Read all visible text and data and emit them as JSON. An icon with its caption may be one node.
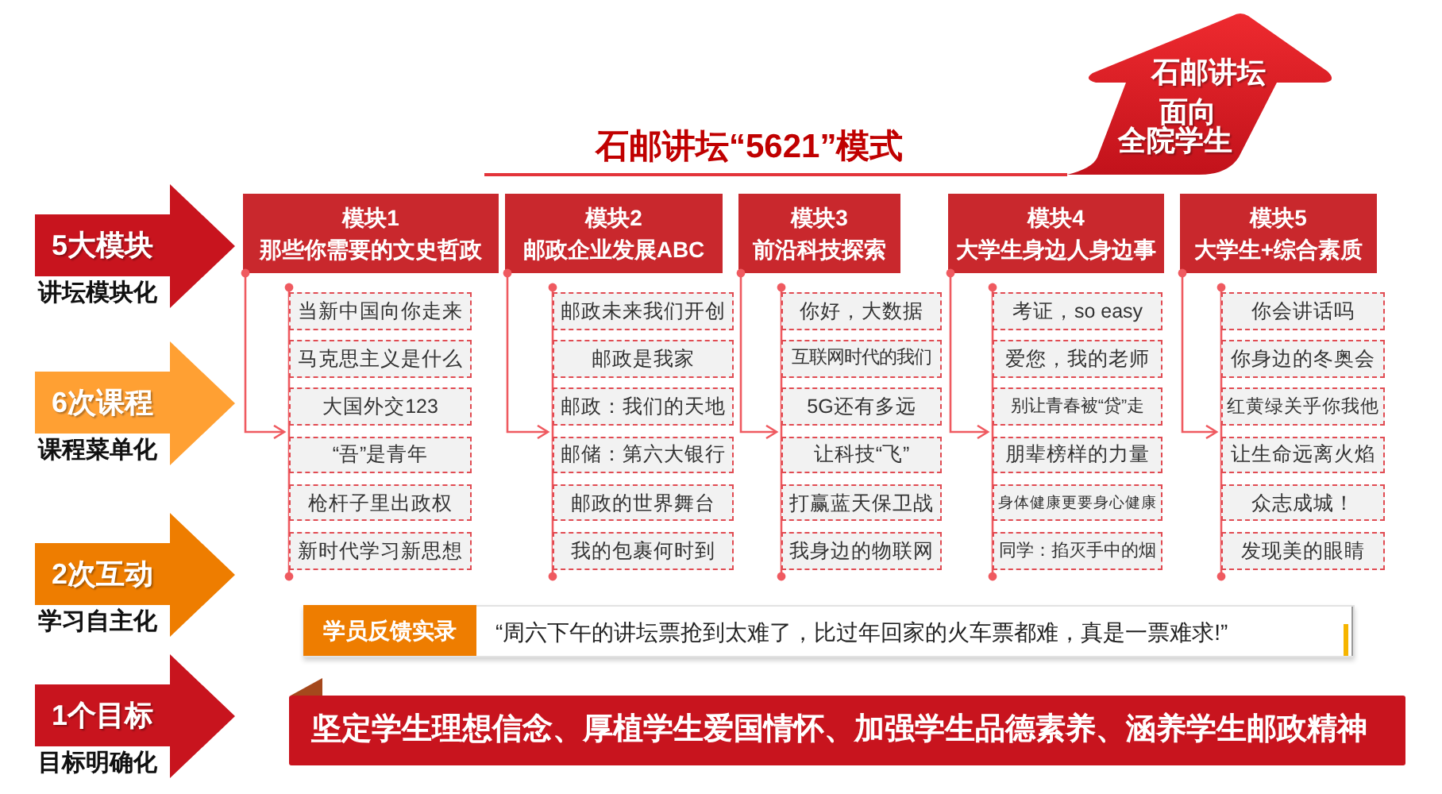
{
  "diagram": {
    "title": "石邮讲坛“5621”模式",
    "nodes": [
      {
        "text": [
          "石邮讲坛",
          "面向",
          "全院学生"
        ]
      },
      {
        "text": [
          "5大模块",
          "讲坛模块化"
        ]
      },
      {
        "text": [
          "6次课程",
          "课程菜单化"
        ]
      },
      {
        "text": [
          "2次互动",
          "学习自主化"
        ]
      },
      {
        "text": [
          "1个目标",
          "目标明确化"
        ]
      },
      {
        "text": [
          "模块1",
          "那些你需要的文史哲政"
        ]
      },
      {
        "text": [],
        "shape": "bar"
      },
      {
        "text": [
          "当新中国向你走来"
        ]
      },
      {
        "text": [
          "马克思主义是什么"
        ]
      },
      {
        "text": [
          "大国外交123"
        ]
      },
      {
        "text": [
          "“吾”是青年"
        ]
      },
      {
        "text": [
          "枪杆子里出政权"
        ]
      },
      {
        "text": [
          "新时代学习新思想"
        ]
      },
      {
        "text": [
          "模块2",
          "邮政企业发展ABC"
        ]
      },
      {
        "text": [],
        "shape": "bar"
      },
      {
        "text": [
          "邮政未来我们开创"
        ]
      },
      {
        "text": [
          "邮政是我家"
        ]
      },
      {
        "text": [
          "邮政：我们的天地"
        ]
      },
      {
        "text": [
          "邮储：第六大银行"
        ]
      },
      {
        "text": [
          "邮政的世界舞台"
        ]
      },
      {
        "text": [
          "我的包裹何时到"
        ]
      },
      {
        "text": [
          "模块3",
          "前沿科技探索"
        ]
      },
      {
        "text": [],
        "shape": "bar"
      },
      {
        "text": [
          "你好，大数据"
        ]
      },
      {
        "text": [
          "互联网时代的我们"
        ]
      },
      {
        "text": [
          "5G还有多远"
        ]
      },
      {
        "text": [
          "让科技“飞”"
        ]
      },
      {
        "text": [
          "打赢蓝天保卫战"
        ]
      },
      {
        "text": [
          "我身边的物联网"
        ]
      },
      {
        "text": [
          "模块4",
          "大学生身边人身边事"
        ]
      },
      {
        "text": [],
        "shape": "bar"
      },
      {
        "text": [
          "考证，so easy"
        ]
      },
      {
        "text": [
          "爱您，我的老师"
        ]
      },
      {
        "text": [
          "别让青春被“贷”走"
        ]
      },
      {
        "text": [
          "朋辈榜样的力量"
        ]
      },
      {
        "text": [
          "身体健康更要身心健康"
        ]
      },
      {
        "text": [
          "同学：掐灭手中的烟"
        ]
      },
      {
        "text": [
          "模块5",
          "大学生+综合素质"
        ]
      },
      {
        "text": [],
        "shape": "bar"
      },
      {
        "text": [
          "你会讲话吗"
        ]
      },
      {
        "text": [
          "你身边的冬奥会"
        ]
      },
      {
        "text": [
          "红黄绿关乎你我他"
        ]
      },
      {
        "text": [
          "让生命远离火焰"
        ]
      },
      {
        "text": [
          "众志成城！"
        ]
      },
      {
        "text": [
          "发现美的眼睛"
        ]
      },
      {
        "text": [
          "“周六下午的讲坛票抢到太难了，比过年回家的火车票都难，真是一票难求!”"
        ]
      },
      {
        "text": [
          "学员反馈实录"
        ],
        "in": 45
      },
      {
        "text": [
          "坚定学生理想信念、厚植学生爱国情怀、加强学生品德素养、涵养学生邮政精神"
        ]
      }
    ],
    "edges": [
      {
        "from": 5,
        "to": 6,
        "arrow": "to"
      },
      {
        "from": 13,
        "to": 14,
        "arrow": "to"
      },
      {
        "from": 21,
        "to": 22,
        "arrow": "to"
      },
      {
        "from": 29,
        "to": 30,
        "arrow": "to"
      },
      {
        "from": 37,
        "to": 38,
        "arrow": "to"
      }
    ]
  }
}
